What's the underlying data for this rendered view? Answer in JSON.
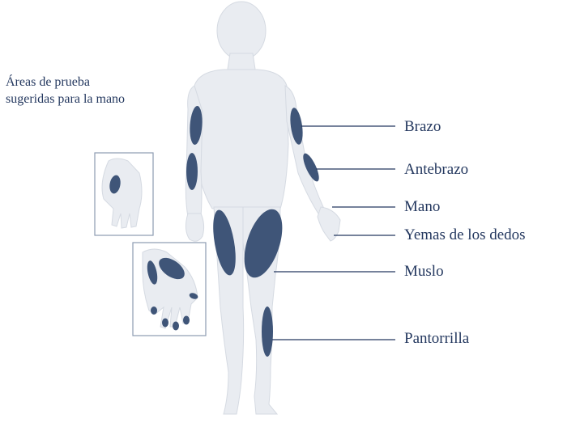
{
  "hand_caption": {
    "line1": "Áreas de prueba",
    "line2": "sugeridas para la mano"
  },
  "labels": {
    "brazo": "Brazo",
    "antebrazo": "Antebrazo",
    "mano": "Mano",
    "yemas": "Yemas de los dedos",
    "muslo": "Muslo",
    "pantorrilla": "Pantorrilla"
  },
  "colors": {
    "body": "#e9ecf1",
    "site": "#3f5578",
    "line": "#24385f",
    "text": "#24385f",
    "inset_border": "#8d9bb1"
  }
}
